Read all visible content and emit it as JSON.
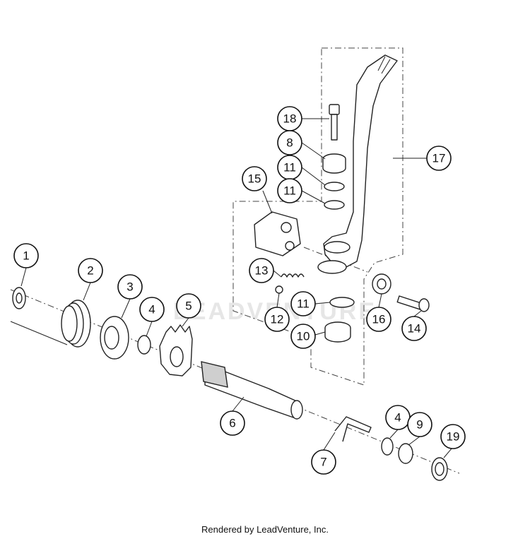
{
  "diagram": {
    "watermark": "LEADVENTURE",
    "callouts": [
      {
        "id": "callout-1",
        "label": "1"
      },
      {
        "id": "callout-2",
        "label": "2"
      },
      {
        "id": "callout-3",
        "label": "3"
      },
      {
        "id": "callout-4a",
        "label": "4"
      },
      {
        "id": "callout-5",
        "label": "5"
      },
      {
        "id": "callout-6",
        "label": "6"
      },
      {
        "id": "callout-7",
        "label": "7"
      },
      {
        "id": "callout-4b",
        "label": "4"
      },
      {
        "id": "callout-9",
        "label": "9"
      },
      {
        "id": "callout-19",
        "label": "19"
      },
      {
        "id": "callout-18",
        "label": "18"
      },
      {
        "id": "callout-8",
        "label": "8"
      },
      {
        "id": "callout-11a",
        "label": "11"
      },
      {
        "id": "callout-11b",
        "label": "11"
      },
      {
        "id": "callout-15",
        "label": "15"
      },
      {
        "id": "callout-17",
        "label": "17"
      },
      {
        "id": "callout-13",
        "label": "13"
      },
      {
        "id": "callout-11c",
        "label": "11"
      },
      {
        "id": "callout-12",
        "label": "12"
      },
      {
        "id": "callout-10",
        "label": "10"
      },
      {
        "id": "callout-16",
        "label": "16"
      },
      {
        "id": "callout-14",
        "label": "14"
      }
    ]
  },
  "footer": {
    "text": "Rendered by LeadVenture, Inc."
  }
}
